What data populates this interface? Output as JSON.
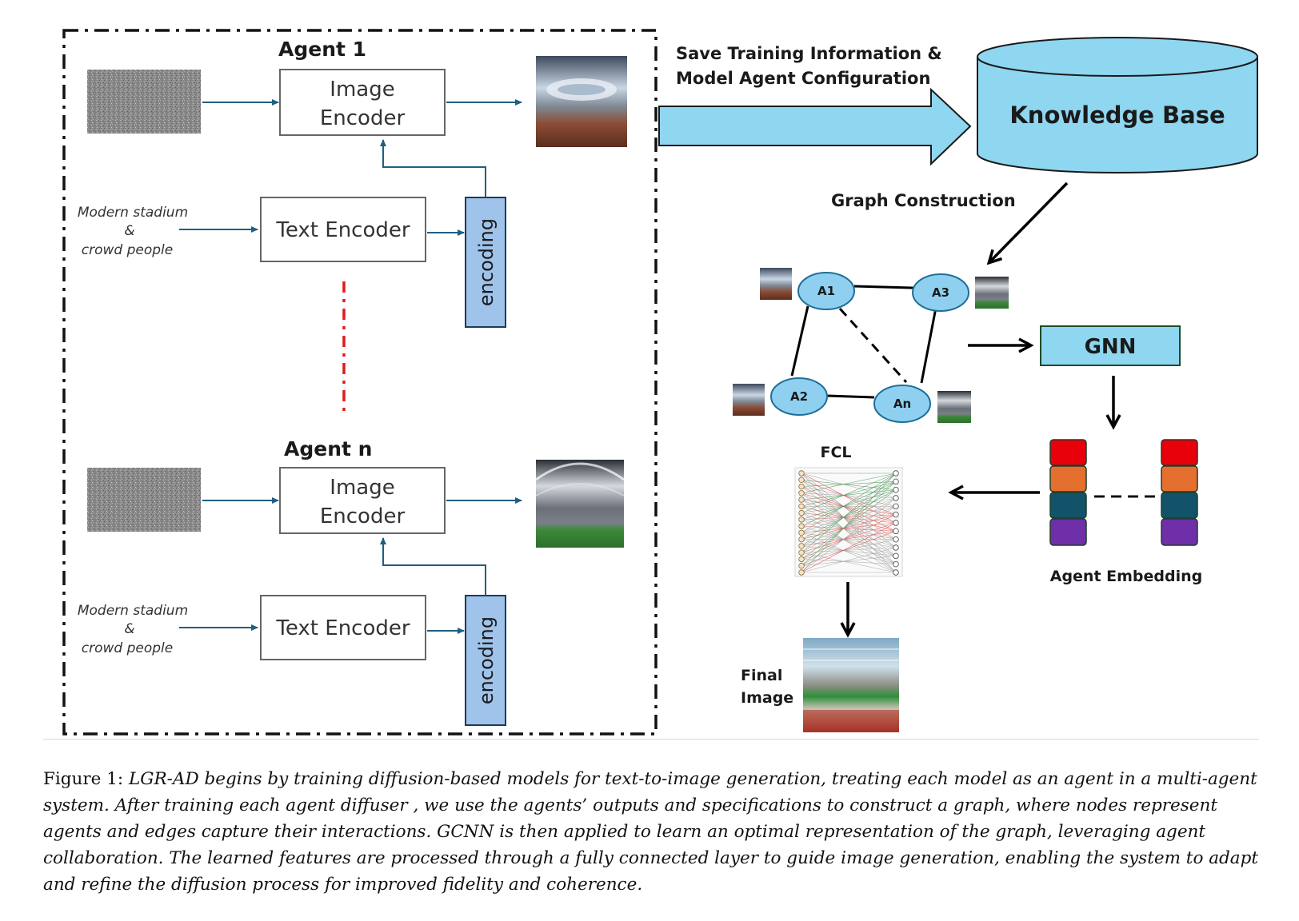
{
  "left_panel": {
    "agents": [
      {
        "title": "Agent 1",
        "image_encoder_label": [
          "Image",
          "Encoder"
        ],
        "text_encoder_label": "Text Encoder",
        "encoding_label": "encoding",
        "prompt_lines": [
          "Modern stadium",
          "&",
          "crowd people"
        ]
      },
      {
        "title": "Agent n",
        "image_encoder_label": [
          "Image",
          "Encoder"
        ],
        "text_encoder_label": "Text Encoder",
        "encoding_label": "encoding",
        "prompt_lines": [
          "Modern stadium",
          "&",
          "crowd people"
        ]
      }
    ]
  },
  "save_arrow_label": [
    "Save Training Information &",
    "Model Agent Configuration"
  ],
  "knowledge_base_label": "Knowledge Base",
  "graph_construction_label": "Graph  Construction",
  "graph": {
    "nodes": [
      "A1",
      "A3",
      "A2",
      "An"
    ],
    "edges_solid": [
      [
        "A1",
        "A3"
      ],
      [
        "A1",
        "A2"
      ],
      [
        "A2",
        "An"
      ],
      [
        "A3",
        "An"
      ]
    ],
    "edges_dashed": [
      [
        "A1",
        "An"
      ]
    ]
  },
  "gnn_label": "GNN",
  "fcl_label": "FCL",
  "agent_embedding_label": "Agent Embedding",
  "embedding_colors": [
    "#e8000b",
    "#e46f2f",
    "#13536a",
    "#6f2fa8"
  ],
  "final_image_label": [
    "Final",
    "Image"
  ],
  "colors": {
    "flow_arrow": "#1f5f80",
    "box_fill_light_blue": "#8fd6f0",
    "encoding_fill": "#9fc3ea",
    "node_fill": "#8fd0f0",
    "separator_dots": "#e01b1b"
  },
  "caption": {
    "label": "Figure 1:",
    "text": "LGR-AD begins by training diffusion-based models for text-to-image generation, treating each model as an agent in a multi-agent system. After training each agent diffuser , we use the agents’ outputs and specifications to construct a graph, where nodes represent agents and edges capture their interactions. GCNN is then applied to learn an optimal representation of the graph, leveraging agent collaboration. The learned features are processed through a fully connected layer to guide image generation, enabling the system to adapt and refine the diffusion process for improved fidelity and coherence."
  }
}
